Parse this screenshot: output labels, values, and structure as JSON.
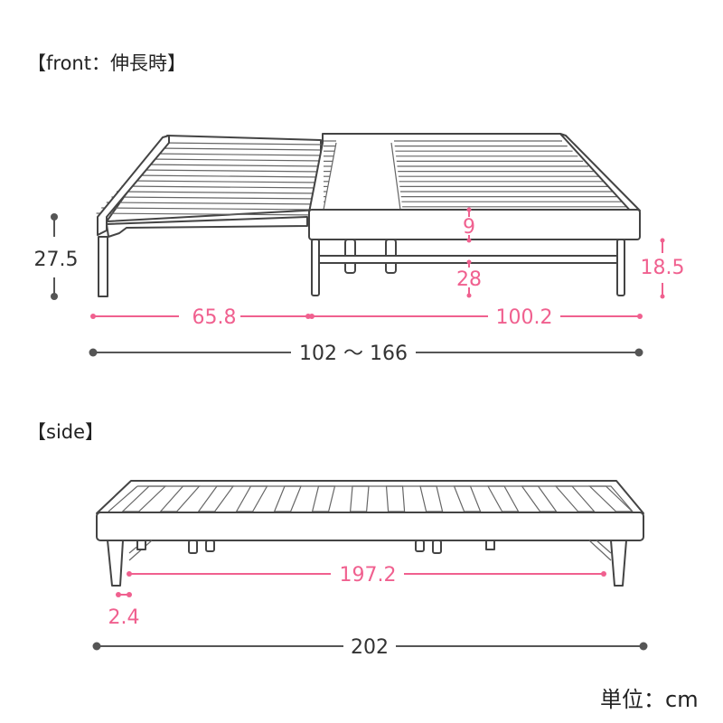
{
  "front": {
    "title": "【front：伸長時】",
    "dims": {
      "total_height": "27.5",
      "fixed_width": "65.8",
      "extension_width": "100.2",
      "width_range": "102 ～ 166",
      "frame_height": "9",
      "clearance": "28",
      "leg_height": "18.5"
    }
  },
  "side": {
    "title": "【side】",
    "dims": {
      "inner_leg_span": "197.2",
      "leg_inset": "2.4",
      "total_length": "202"
    }
  },
  "unit_label": "単位：cm",
  "colors": {
    "dimension_accent": "#f0608f",
    "dimension_main": "#555555",
    "outline": "#444444"
  }
}
